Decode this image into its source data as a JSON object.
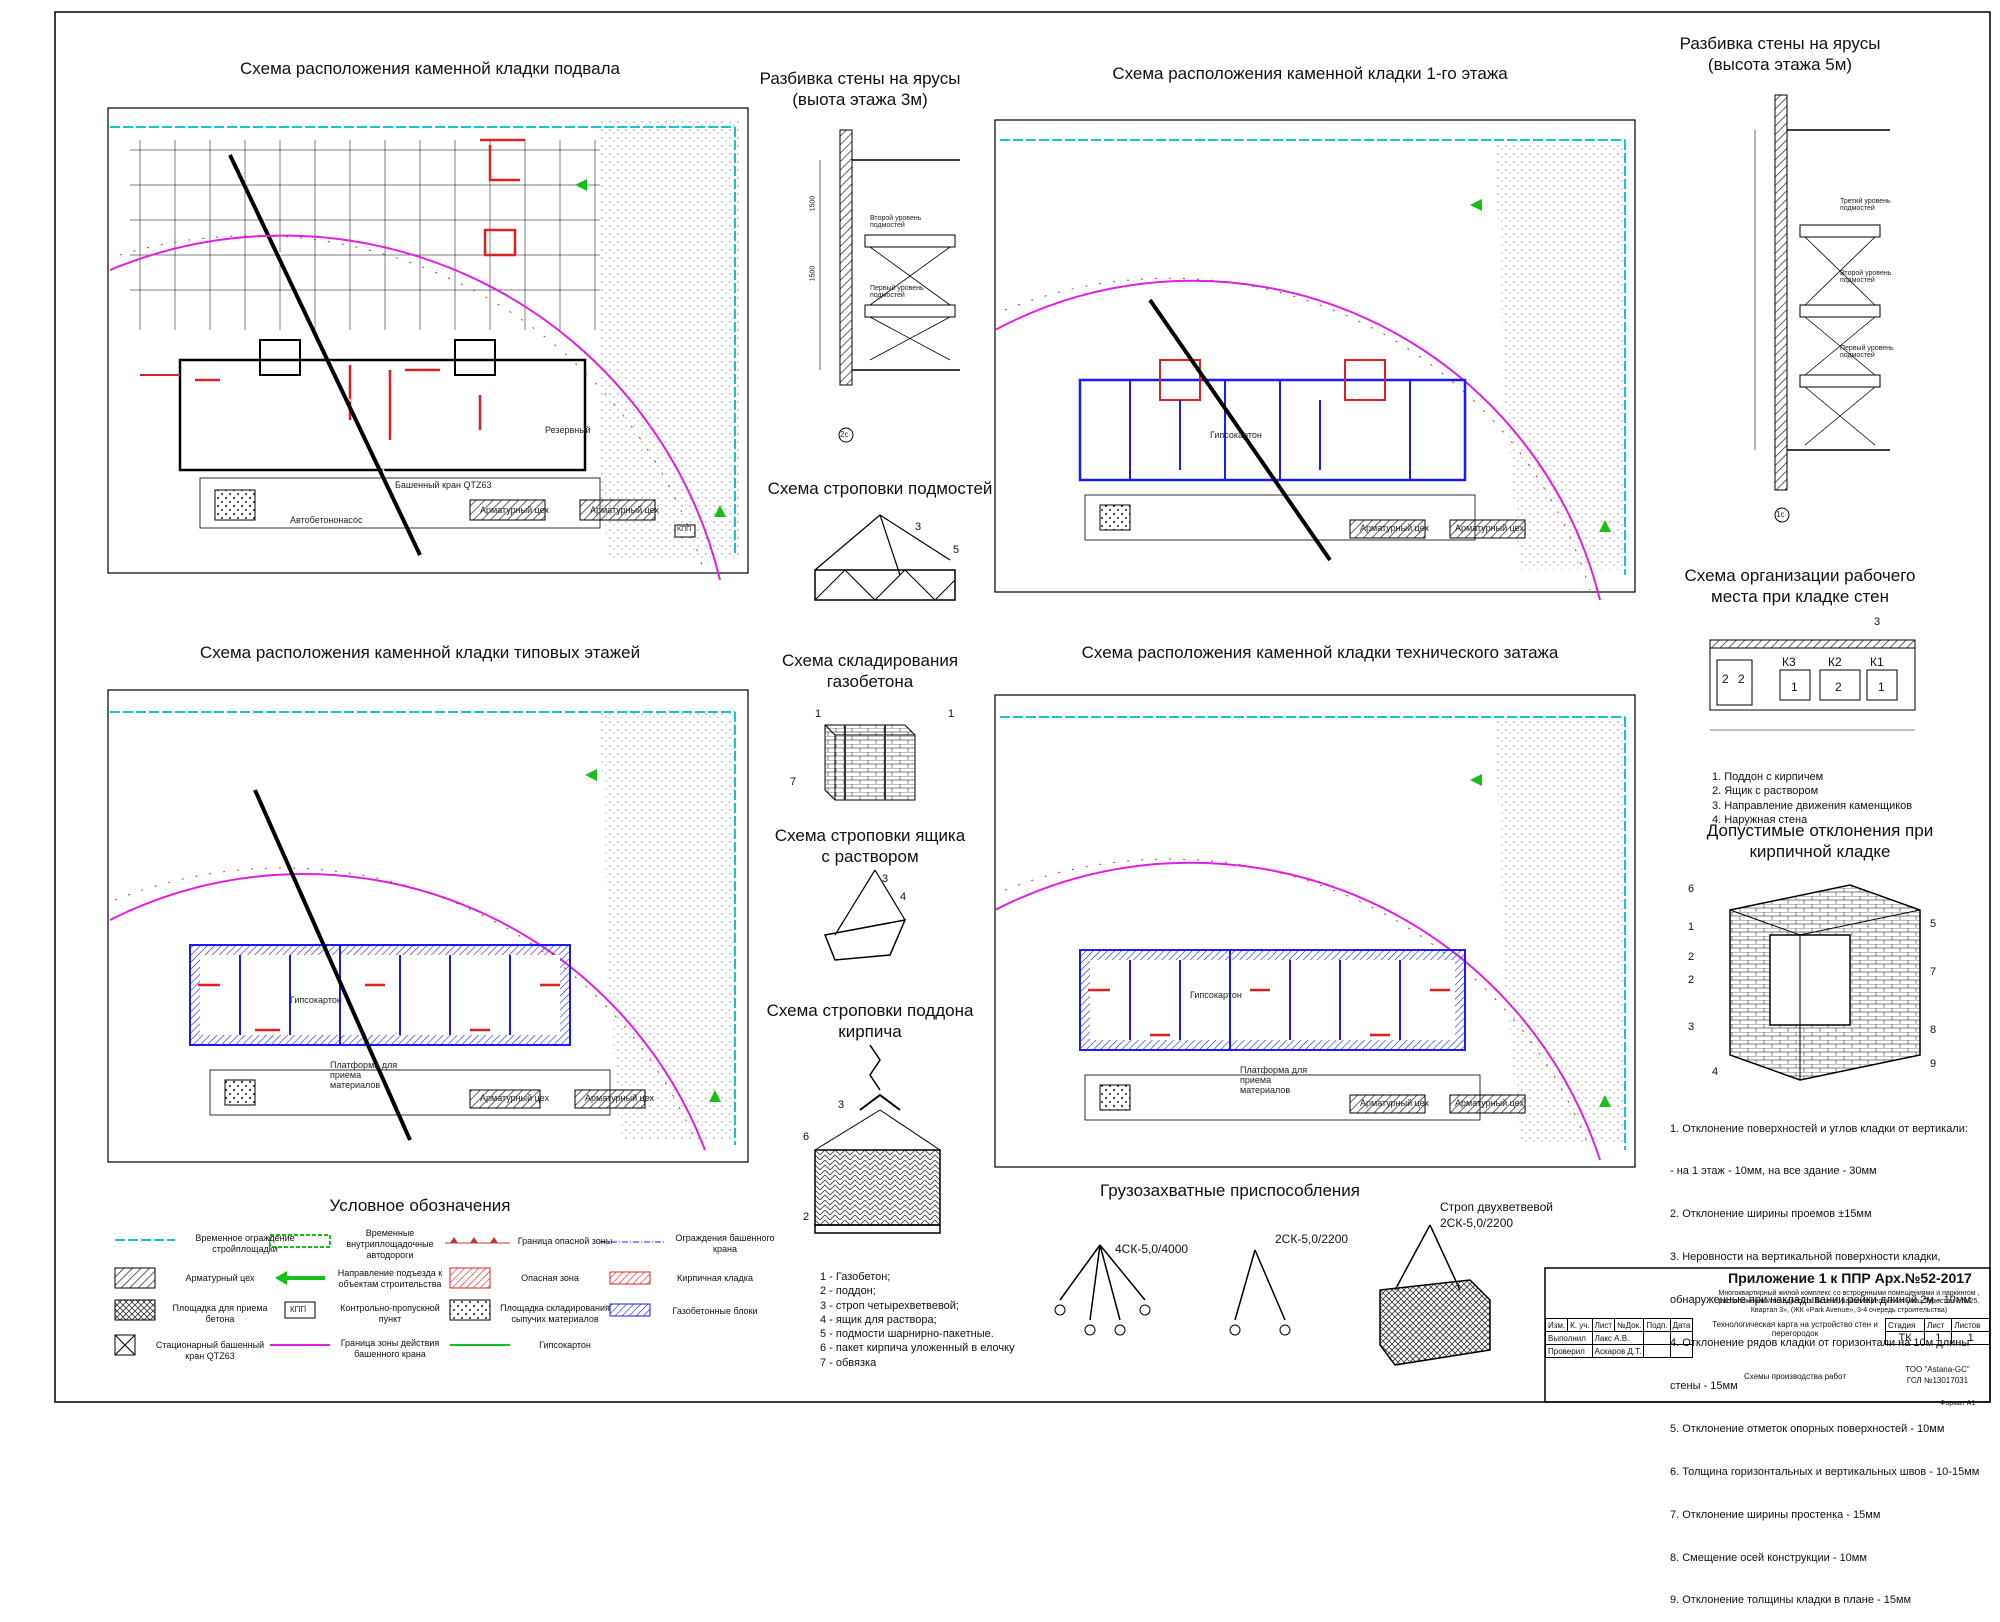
{
  "titles": {
    "basement": "Схема расположения каменной кладки подвала",
    "tiers3": [
      "Разбивка стены на ярусы",
      "(выота этажа 3м)"
    ],
    "floor1": "Схема расположения каменной кладки 1-го этажа",
    "tiers5": [
      "Разбивка стены на ярусы",
      "(высота этажа 5м)"
    ],
    "sling_scaffold": "Схема строповки подмостей",
    "workplace": [
      "Схема организации рабочего",
      "места при кладке стен"
    ],
    "typical": "Схема расположения каменной кладки типовых этажей",
    "storage": [
      "Схема складирования",
      "газобетона"
    ],
    "technical": "Схема расположения каменной кладки технического затажа",
    "sling_box": [
      "Схема строповки ящика",
      "с раствором"
    ],
    "deviations": [
      "Допустимые отклонения при",
      "кирпичной кладке"
    ],
    "sling_pallet": [
      "Схема строповки поддона",
      "кирпича"
    ],
    "legend": "Условное обозначения",
    "lifting": "Грузозахватные приспособления"
  },
  "plan_labels": {
    "concrete_mixer": "Автобетононасос",
    "tower_crane": "Башенный кран QTZ63",
    "rebar_shop": "Арматурный цех",
    "reserve": "Резервный",
    "gypsum": "Гипсокартон",
    "platform": "Платформа для приема материалов",
    "kpp": "КПП",
    "level2": "Второй уровень подмостей",
    "level1": "Первый уровень подмостей",
    "level3": "Третий уровень подмостей",
    "axis_2c": "2с",
    "axis_1c": "1с",
    "dim_1": "1500",
    "dim_2": "1500"
  },
  "workplace_legend": [
    "1. Поддон с кирпичем",
    "2. Ящик с раствором",
    "3. Направление движения каменщиков",
    "4. Наружная стена"
  ],
  "workplace_labels": {
    "k3": "К3",
    "k2": "К2",
    "k1": "К1",
    "n1": "1",
    "n2": "2",
    "n3": "3"
  },
  "deviation_list": [
    "1. Отклонение поверхностей и углов кладки от вертикали:",
    "   - на 1 этаж - 10мм, на все здание - 30мм",
    "2. Отклонение ширины проемов ±15мм",
    "3. Неровности на вертикальной поверхности кладки,",
    "   обнаруженные при накладывании рейки длиной 2м - 10мм",
    "4. Отклонение рядов кладки от горизонтали на 10м длины",
    "   стены - 15мм",
    "5. Отклонение отметок опорных поверхностей - 10мм",
    "6. Толщина горизонтальных и вертикальных швов - 10-15мм",
    "7. Отклонение ширины простенка - 15мм",
    "8. Смещение осей конструкции - 10мм",
    "9. Отклонение толщины кладки в плане - 15мм"
  ],
  "pallet_legend": [
    "1 - Газобетон;",
    "2 - поддон;",
    "3 - строп четырехветвевой;",
    "4 - ящик для раствора;",
    "5 - подмости шарнирно-пакетные.",
    "6 - пакет кирпича уложенный в елочку",
    "7 - обвязка"
  ],
  "legend_items": [
    "Временное ограждение стройплощадки",
    "Временные внутриплощадочные автодороги",
    "Граница опасной зоны",
    "Ограждения башенного крана",
    "Арматурный цех",
    "Направление подъезда к объектам строительства",
    "Опасная зона",
    "Кирпичная кладка",
    "Площадка для приема бетона",
    "Контрольно-пропускной пункт",
    "Площадка складирования сыпучих материалов",
    "Газобетонные блоки",
    "Стационарный башенный кран QTZ63",
    "Граница зоны действия башенного крана",
    "Гипсокартон"
  ],
  "legend_kpp": "КПП",
  "slings": {
    "s1": "4СК-5,0/4000",
    "s2": "2СК-5,0/2200",
    "s3_title": "Строп двухветвевой",
    "s3": "2СК-5,0/2200"
  },
  "callouts": {
    "c1": "1",
    "c2": "2",
    "c3": "3",
    "c4": "4",
    "c5": "5",
    "c6": "6",
    "c7": "7",
    "c8": "8",
    "c9": "9"
  },
  "stamp": {
    "title": "Приложение 1 к ППР Арх.№52-2017",
    "project": "Многоквартирный жилой комплекс со встроенными помещениями и паркингом , расположенный по адресу: г. Астана, район пересечения улиц Туркістан и №25. Квартал 3», (ЖК «Park Avenue», 3-4 очередь строительства)",
    "work": "Технологическая карта на устройство стен и перегородок",
    "sheet_title": "Схемы производства работ",
    "company": "ТОО \"Astana-GC\"",
    "license": "ГСЛ №13017031",
    "cols": [
      "Изм.",
      "К. уч.",
      "Лист",
      "№Док.",
      "Подп.",
      "Дата"
    ],
    "row_made_label": "Выполнил",
    "row_made_name": "Лакс А.В.",
    "row_check_label": "Проверил",
    "row_check_name": "Аскаров Д.Т.",
    "stage_label": "Стадия",
    "sheet_label": "Лист",
    "sheets_label": "Листов",
    "stage": "ТК",
    "sheet": "1",
    "sheets": "1",
    "format": "Формат А1"
  },
  "colors": {
    "fence": "#19c3cf",
    "crane_zone": "#e020e0",
    "danger": "#c0392b",
    "brick": "#e02020",
    "block": "#1a1aff",
    "green": "#16c016"
  }
}
